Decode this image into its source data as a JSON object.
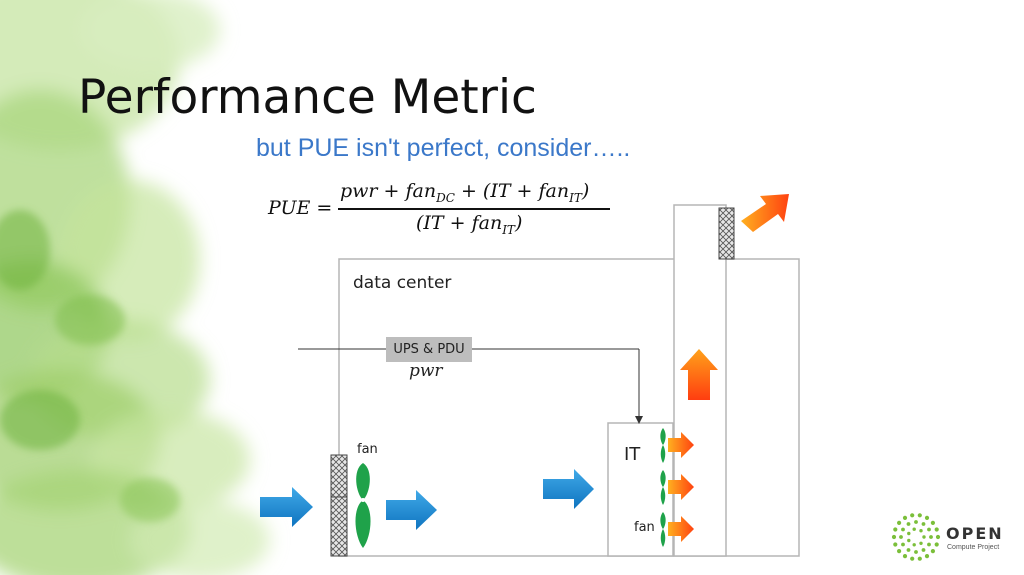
{
  "slide": {
    "title": "Performance Metric",
    "subtitle": "but PUE isn't perfect, consider…..",
    "colors": {
      "title": "#111111",
      "subtitle": "#3b78c9",
      "arrow_blue": "#1a86d0",
      "arrow_orange": "#ff6a1a",
      "fan_green": "#1fa24a",
      "ups_box": "#bdbdbd",
      "logo_green": "#7bbf3a"
    }
  },
  "equation": {
    "lhs": "PUE =",
    "numerator": {
      "pwr": "pwr + fan",
      "dc_sub": "DC",
      "mid": " + (IT + fan",
      "it_sub": "IT",
      "close": ")"
    },
    "denominator": {
      "open": "(IT + fan",
      "it_sub": "IT",
      "close": ")"
    }
  },
  "diagram": {
    "data_center_label": "data center",
    "ups_label": "UPS & PDU",
    "pwr_label": "pwr",
    "fan_label_main": "fan",
    "it_label": "IT",
    "fan_label_it": "fan"
  },
  "logo": {
    "name": "OPEN",
    "subtitle": "Compute Project",
    "icon": "ocp-dot-ring-icon"
  }
}
